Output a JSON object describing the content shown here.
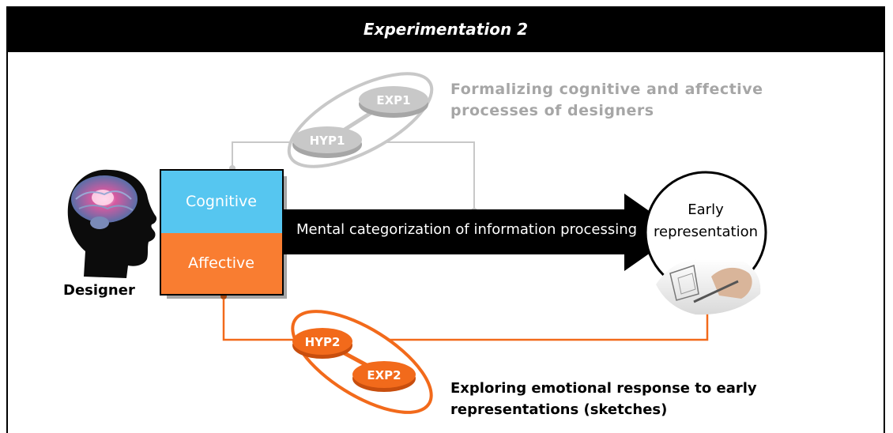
{
  "title": "Experimentation 2",
  "designer": {
    "label": "Designer"
  },
  "mind_box": {
    "cognitive": "Cognitive",
    "affective": "Affective"
  },
  "arrow": {
    "label": "Mental categorization of information processing"
  },
  "output": {
    "label_line1": "Early",
    "label_line2": "representation"
  },
  "cognitive_link": {
    "hyp": "HYP1",
    "exp": "EXP1",
    "caption_line1": "Formalizing cognitive and affective",
    "caption_line2": "processes of designers"
  },
  "affective_link": {
    "hyp": "HYP2",
    "exp": "EXP2",
    "caption_line1": "Exploring emotional response to early",
    "caption_line2": "representations (sketches)"
  },
  "colors": {
    "cognitive": "#56c6f0",
    "affective": "#f97d31",
    "orange_line": "#f26a1b",
    "grey_line": "#c8c8c8",
    "grey_text": "#a6a6a6"
  }
}
